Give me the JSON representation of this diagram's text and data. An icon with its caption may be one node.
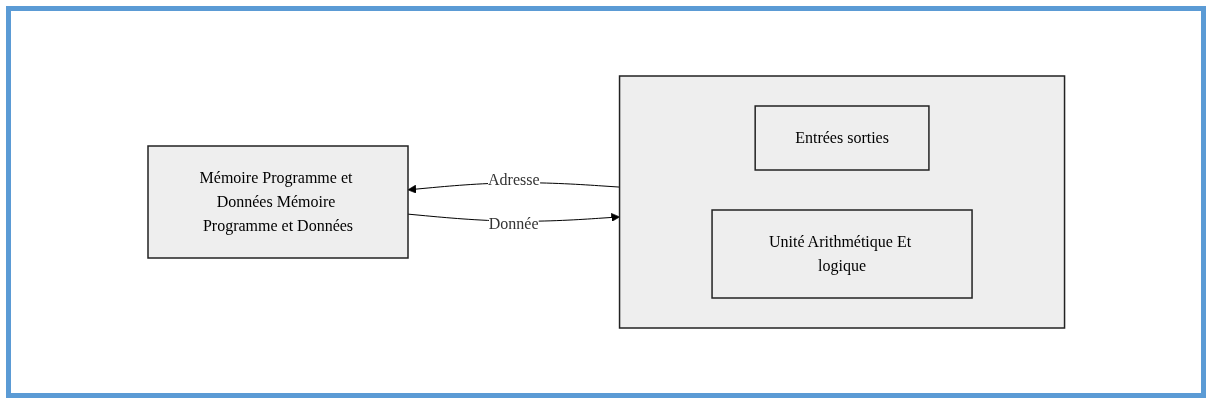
{
  "diagram": {
    "nodes": [
      {
        "text": [
          "Mémoire Programme et Données Mémoire Programme et Données"
        ]
      },
      {
        "text": [],
        "shape": "box"
      },
      {
        "text": [
          "Entrées sorties"
        ],
        "in": 1
      },
      {
        "text": [
          "Unité Arithmétique Et logique"
        ],
        "in": 1
      }
    ],
    "edges": [
      {
        "from": 1,
        "to": 0,
        "arrow": "to",
        "label": "Adresse"
      },
      {
        "from": 0,
        "to": 1,
        "arrow": "to",
        "label": "Donnée"
      }
    ]
  }
}
